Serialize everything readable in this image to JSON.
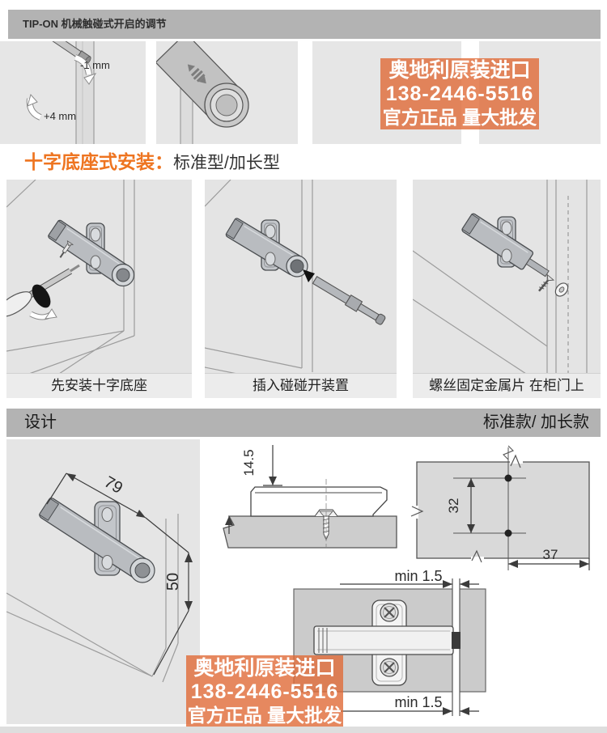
{
  "header": {
    "title": "TIP-ON 机械触碰式开启的调节"
  },
  "adjustment": {
    "label_minus": "-1 mm",
    "label_plus": "+4 mm"
  },
  "watermark": {
    "line1": "奥地利原装进口",
    "line2": "138-2446-5516",
    "line3": "官方正品 量大批发"
  },
  "install_heading": {
    "title": "十字底座式安装：",
    "subtitle": "标准型/加长型"
  },
  "steps": [
    {
      "caption": "先安装十字底座"
    },
    {
      "caption": "插入碰碰开装置"
    },
    {
      "caption": "螺丝固定金属片 在柜门上"
    }
  ],
  "design": {
    "left_label": "设计",
    "right_label": "标准款/ 加长款"
  },
  "dimensions": {
    "iso_length": "79",
    "iso_height": "50",
    "side_height": "14.5",
    "template_vertical": "32",
    "template_horizontal": "37",
    "gap_top": "min 1.5",
    "gap_bottom": "min 1.5"
  },
  "colors": {
    "accent_orange": "#ee7420",
    "watermark_bg": "#e06a35",
    "bar_gray": "#b3b3b3"
  }
}
